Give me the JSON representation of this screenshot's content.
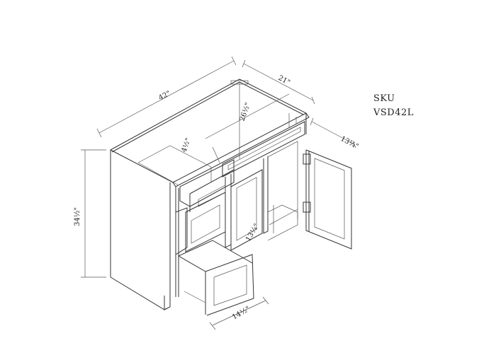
{
  "sku": {
    "label": "SKU",
    "value": "VSD42L"
  },
  "dimensions": {
    "width": "42\"",
    "depth": "21\"",
    "inner_depth": "26½\"",
    "drawer_height_top": "4½\"",
    "door_width": "13¼\"",
    "height": "34½\"",
    "inner_door_width": "13¼\"",
    "drawer_width": "14½\""
  }
}
